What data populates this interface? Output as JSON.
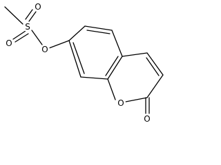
{
  "molecule": {
    "atoms": {
      "sulfur": "S",
      "sulfonyl_oxygen_left": "O",
      "sulfonyl_oxygen_right": "O",
      "ester_oxygen": "O",
      "ring_oxygen": "O",
      "carbonyl_oxygen": "O"
    }
  }
}
